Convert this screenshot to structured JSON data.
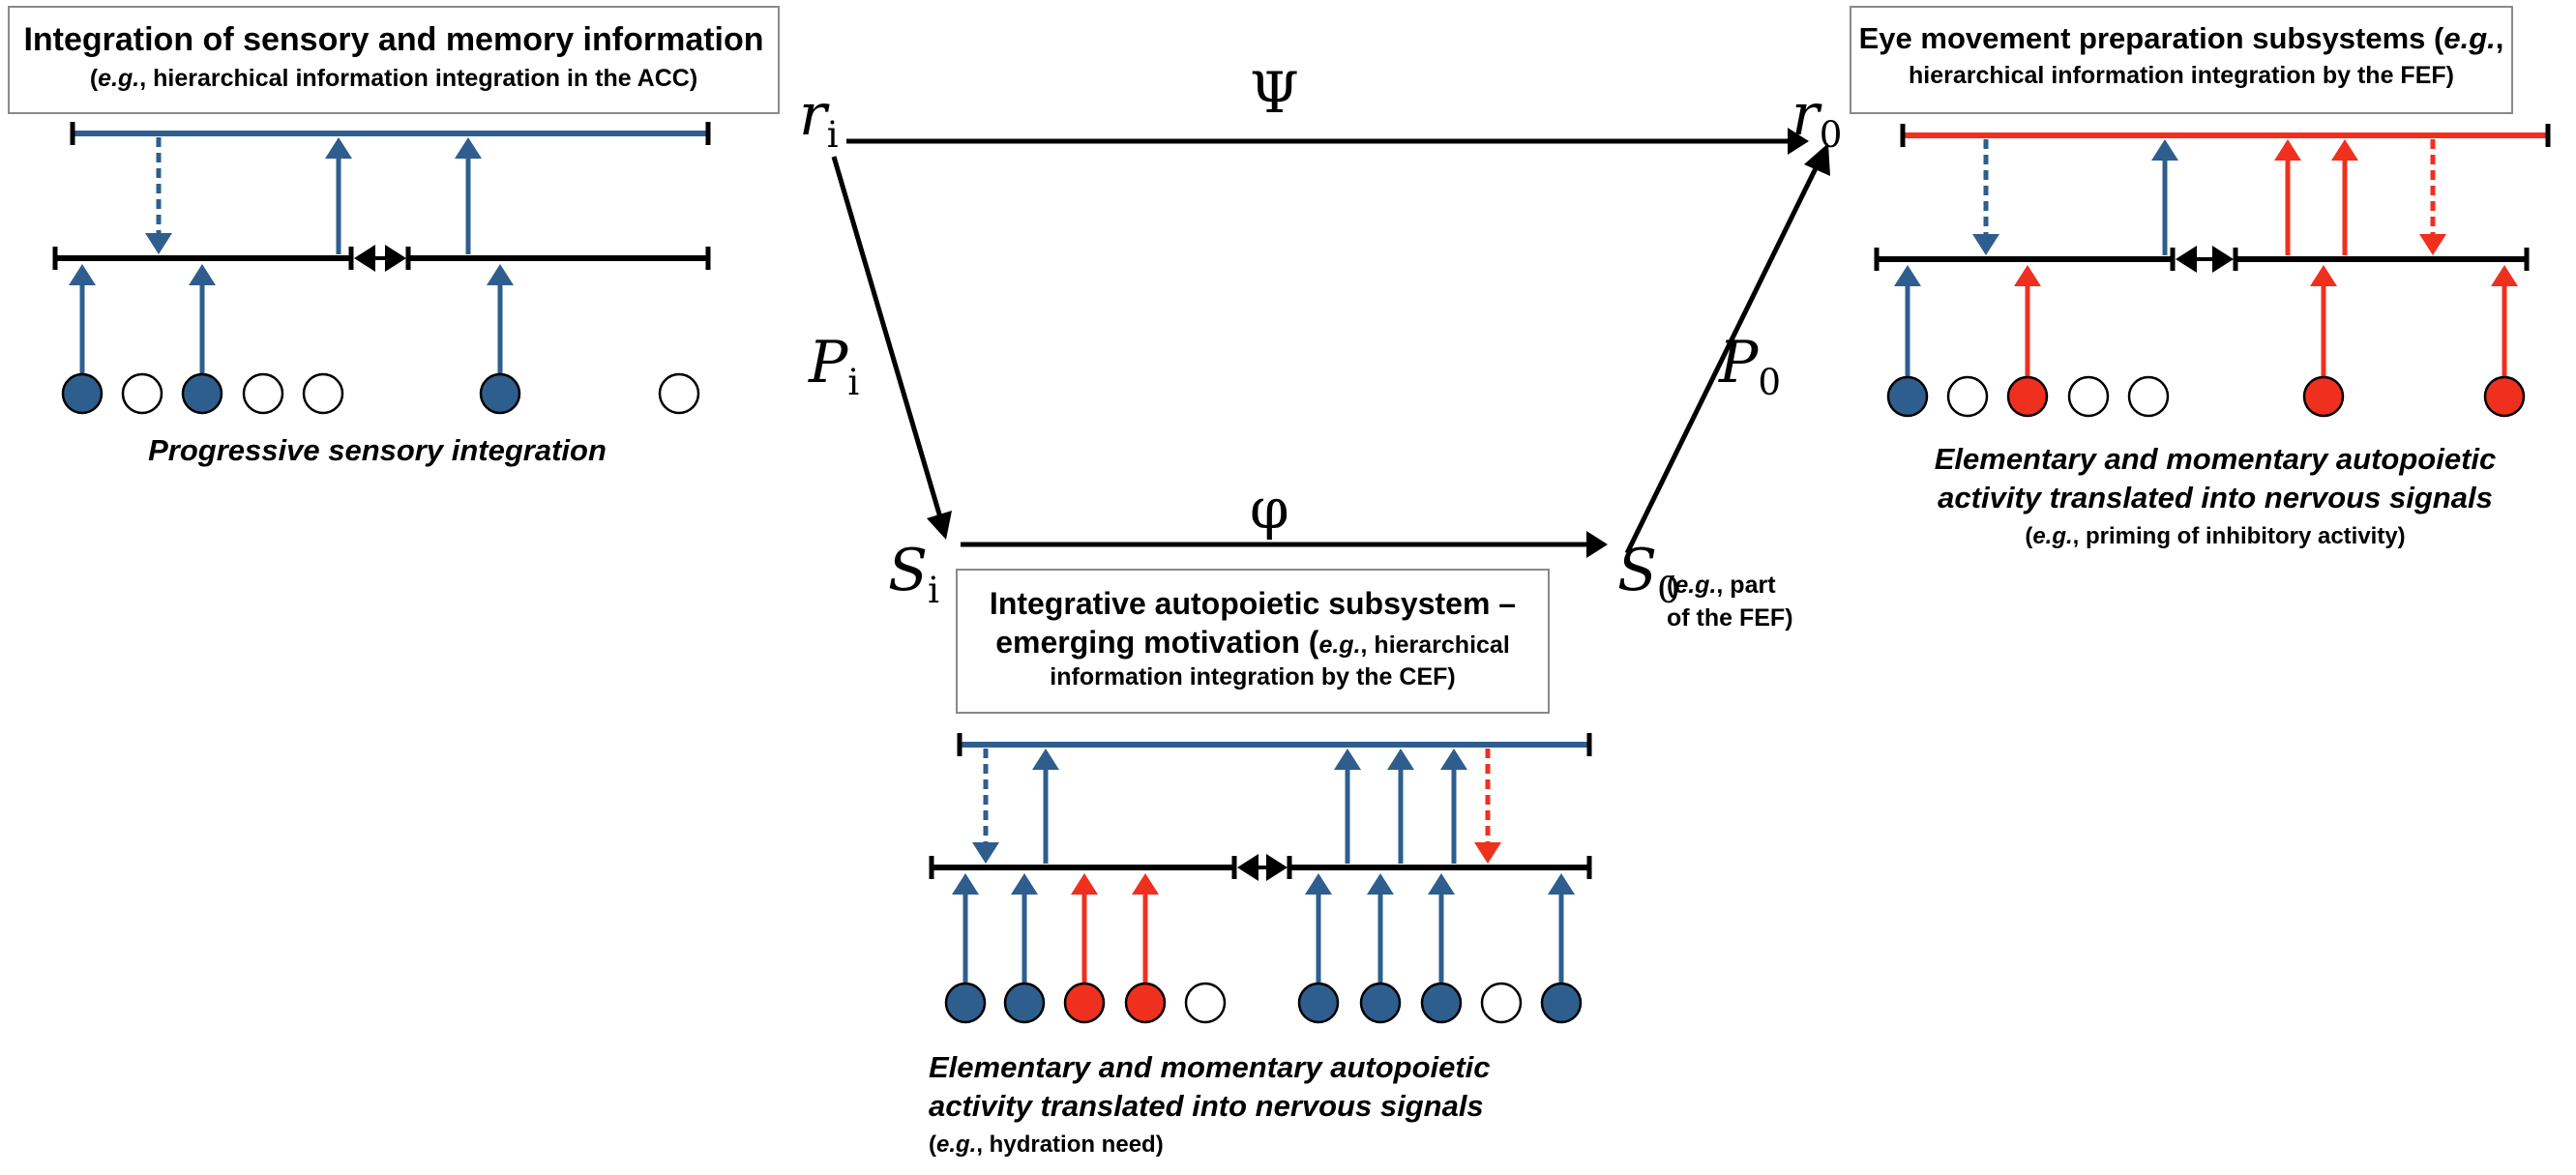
{
  "boxes": {
    "left": {
      "title": "Integration of sensory and memory information",
      "sub_em": "e.g.",
      "sub_rest": ", hierarchical information integration in the ACC)"
    },
    "right": {
      "title_main": "Eye movement preparation subsystems (",
      "title_em": "e.g.",
      "title_end": ",",
      "sub": "hierarchical information integration by the FEF)"
    },
    "middle": {
      "line1": "Integrative autopoietic subsystem –",
      "line2_bold": "emerging motivation (",
      "line2_em": "e.g.",
      "line2_rest": ", hierarchical",
      "line3": "information integration by the CEF)"
    }
  },
  "captions": {
    "left": "Progressive sensory integration",
    "right_line1": "Elementary and momentary autopoietic",
    "right_line2": "activity translated into nervous signals",
    "right_sub_em": "e.g.",
    "right_sub_rest": ", priming of inhibitory activity)",
    "middle_line1": "Elementary and momentary autopoietic",
    "middle_line2": "activity translated into nervous signals",
    "middle_sub_em": "e.g.",
    "middle_sub_rest": ", hydration need)"
  },
  "labels": {
    "r_i": {
      "base": "r",
      "sub": "i"
    },
    "r_o": {
      "base": "r",
      "sub": "0"
    },
    "p_i": {
      "base": "P",
      "sub": "i"
    },
    "p_o": {
      "base": "P",
      "sub": "0"
    },
    "s_i": {
      "base": "S",
      "sub": "i"
    },
    "s_o": {
      "base": "S",
      "sub": "0"
    },
    "psi": "Ψ",
    "phi": "φ",
    "s_o_note_em": "e.g.",
    "s_o_note_rest": ", part",
    "s_o_note_line2": "of the FEF)"
  },
  "colors": {
    "blue": "#2e5e8e",
    "red": "#f0301f",
    "black": "#000000",
    "box_border": "#8a8a8a"
  },
  "modules": {
    "left": {
      "nodes": [
        "blue",
        "white",
        "blue",
        "white",
        "white",
        "blue",
        "white"
      ],
      "bottom_arrows": [
        "blue",
        "blue",
        "blue"
      ],
      "top_arrows": [
        "blue-dashed-down",
        "blue-up",
        "blue-up"
      ]
    },
    "right": {
      "nodes": [
        "blue",
        "white",
        "red",
        "white",
        "white",
        "red",
        "red"
      ],
      "bottom_arrows": [
        "blue",
        "red",
        "red",
        "red"
      ],
      "top_arrows": [
        "blue-dashed-down",
        "blue-up",
        "red-up",
        "red-up",
        "red-dashed-down"
      ]
    },
    "middle": {
      "nodes": [
        "blue",
        "blue",
        "red",
        "red",
        "white",
        "blue",
        "blue",
        "blue",
        "white",
        "blue"
      ],
      "bottom_arrows": [
        "blue",
        "blue",
        "red",
        "red",
        "blue",
        "blue",
        "blue",
        "blue"
      ],
      "top_arrows": [
        "blue-dashed-down",
        "blue-up",
        "blue-up",
        "blue-up",
        "blue-up",
        "red-dashed-down"
      ]
    }
  }
}
